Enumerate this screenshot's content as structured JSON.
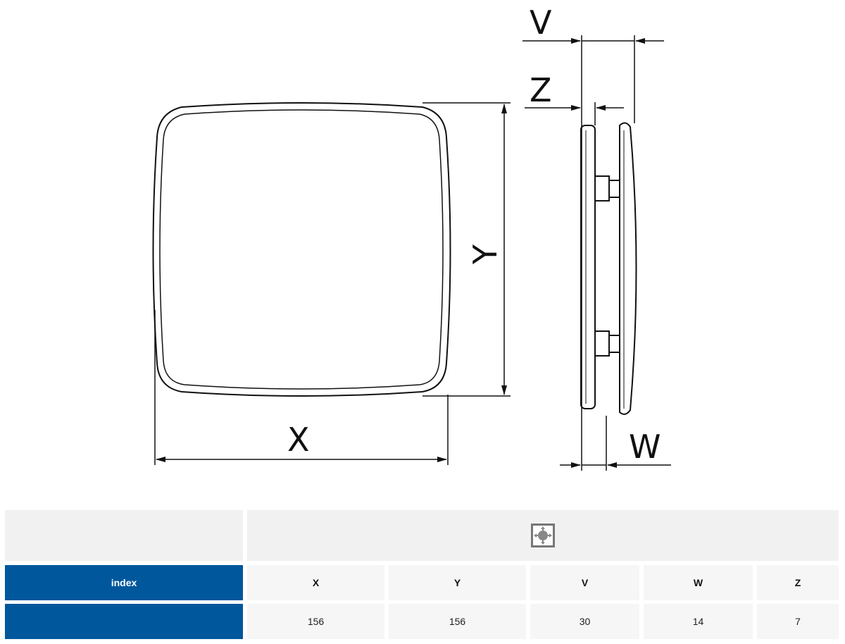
{
  "diagram": {
    "labels": {
      "x": "X",
      "y": "Y",
      "v": "V",
      "z": "Z",
      "w": "W"
    }
  },
  "table": {
    "header_icon": "dimensions-icon",
    "index_label": "index",
    "columns": [
      "X",
      "Y",
      "V",
      "W",
      "Z"
    ],
    "rows": [
      {
        "index": "",
        "values": [
          "156",
          "156",
          "30",
          "14",
          "7"
        ]
      }
    ]
  },
  "colors": {
    "accent": "#00579c"
  }
}
